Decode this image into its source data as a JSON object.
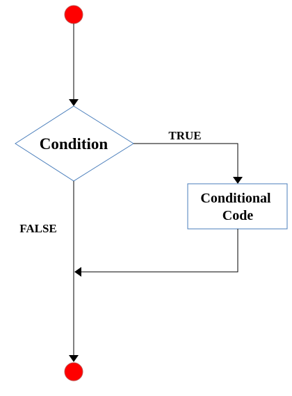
{
  "nodes": {
    "decision": {
      "label": "Condition"
    },
    "process": {
      "line1": "Conditional",
      "line2": "Code"
    }
  },
  "edges": {
    "true_label": "TRUE",
    "false_label": "FALSE"
  },
  "colors": {
    "terminal_fill": "#ff0000",
    "terminal_stroke": "#c0504d",
    "shape_stroke": "#4a7ebb",
    "arrow": "#000000",
    "background": "#ffffff"
  }
}
